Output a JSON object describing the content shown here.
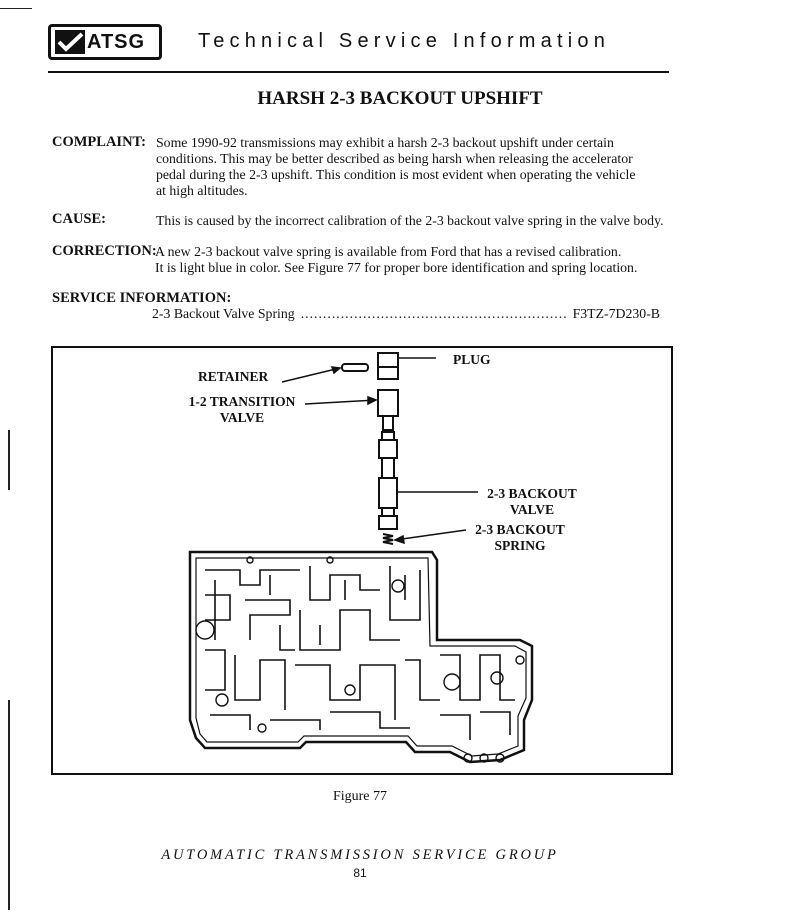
{
  "header": {
    "logo_text": "ATSG",
    "title": "Technical Service Information"
  },
  "bulletin": {
    "title": "HARSH 2-3 BACKOUT UPSHIFT",
    "complaint_label": "COMPLAINT:",
    "complaint_lines": [
      "Some 1990-92 transmissions may exhibit a harsh 2-3 backout upshift under certain",
      "conditions. This may be better described as being harsh when releasing the accelerator",
      "pedal during the 2-3 upshift. This condition is most evident when operating the vehicle",
      "at high altitudes."
    ],
    "cause_label": "CAUSE:",
    "cause_text": "This is caused by the incorrect calibration of the 2-3 backout valve spring in the valve body.",
    "correction_label": "CORRECTION:",
    "correction_lines": [
      "A new 2-3 backout valve spring is available from Ford that has a revised calibration.",
      "It is light blue in color.  See Figure 77 for proper bore identification and spring location."
    ],
    "service_label": "SERVICE INFORMATION:",
    "service_item": "2-3 Backout Valve Spring",
    "service_part": "F3TZ-7D230-B"
  },
  "figure": {
    "labels": {
      "plug": "PLUG",
      "retainer": "RETAINER",
      "transition_valve_line1": "1-2 TRANSITION",
      "transition_valve_line2": "VALVE",
      "backout_valve_line1": "2-3 BACKOUT",
      "backout_valve_line2": "VALVE",
      "backout_spring_line1": "2-3 BACKOUT",
      "backout_spring_line2": "SPRING"
    },
    "caption": "Figure 77"
  },
  "footer": {
    "organization": "AUTOMATIC TRANSMISSION SERVICE GROUP",
    "page_number": "81"
  }
}
